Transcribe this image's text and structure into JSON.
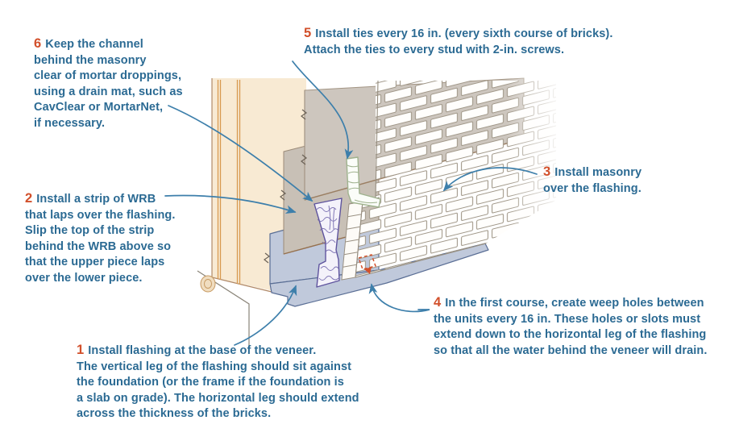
{
  "figure": {
    "subject": "brick-veneer-flashing-installation-diagram"
  },
  "notes": {
    "n1": {
      "number": "1",
      "lines": [
        "Install flashing at the base of the veneer.",
        "The vertical leg of the flashing should sit against",
        "the foundation (or the frame if the foundation is",
        "a slab on grade). The horizontal leg should extend",
        "across the thickness of the bricks."
      ]
    },
    "n2": {
      "number": "2",
      "lines": [
        "Install a strip of WRB",
        "that laps over the flashing.",
        "Slip the top of the strip",
        "behind the WRB above so",
        "that the upper piece laps",
        "over the lower piece."
      ]
    },
    "n3": {
      "number": "3",
      "lines": [
        "Install masonry",
        "over the flashing."
      ]
    },
    "n4": {
      "number": "4",
      "lines": [
        "In the first course, create weep holes between",
        "the units every 16 in. These holes or slots must",
        "extend down to the horizontal leg of the flashing",
        "so that all the water behind the veneer will drain."
      ]
    },
    "n5": {
      "number": "5",
      "lines": [
        "Install ties every 16 in. (every sixth course of bricks).",
        "Attach the ties to every stud with 2-in. screws."
      ]
    },
    "n6": {
      "number": "6",
      "lines": [
        "Keep the channel",
        "behind the masonry",
        "clear of mortar droppings,",
        "using a drain mat, such as",
        "CavClear or MortarNet,",
        "if necessary."
      ]
    }
  },
  "colors": {
    "note_text": "#2b6a93",
    "note_number": "#d2502b",
    "leader_line": "#3d7fab",
    "sheathing_cream": "#f8ead3",
    "stud_orange": "#d89a50",
    "wrb_gray": "#cdc6be",
    "wrb_strip_gray": "#c8c0b6",
    "flashing_blue": "#c0c9db",
    "flashing_edge": "#5a6e95",
    "drain_mat_purple": "#6f64ab",
    "tie_green": "#9fb28e",
    "brick_outline": "#a09788",
    "weep_marker_red": "#d2502b"
  }
}
